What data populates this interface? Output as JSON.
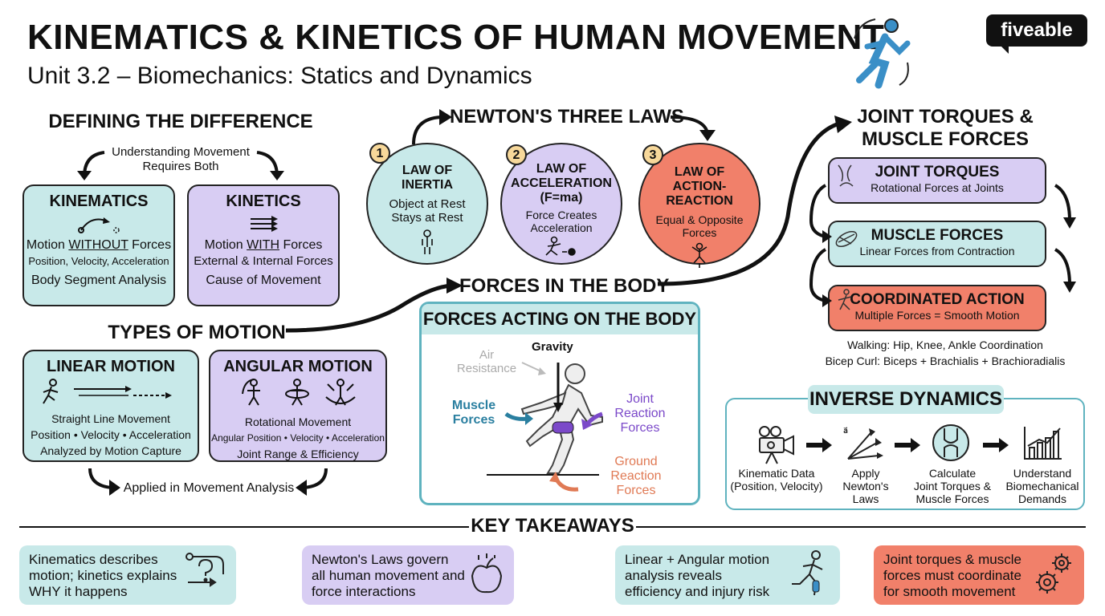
{
  "header": {
    "title": "KINEMATICS & KINETICS OF HUMAN MOVEMENT",
    "subtitle": "Unit 3.2 – Biomechanics: Statics and Dynamics",
    "logo": "fiveable"
  },
  "defining": {
    "heading": "DEFINING THE DIFFERENCE",
    "intro": [
      "Understanding Movement",
      "Requires Both"
    ],
    "kinematics": {
      "title": "KINEMATICS",
      "line1_pre": "Motion ",
      "line1_em": "WITHOUT",
      "line1_post": " Forces",
      "line2": "Position, Velocity, Acceleration",
      "line3": "Body Segment Analysis"
    },
    "kinetics": {
      "title": "KINETICS",
      "line1_pre": "Motion ",
      "line1_em": "WITH",
      "line1_post": " Forces",
      "line2": "External & Internal Forces",
      "line3": "Cause of Movement"
    }
  },
  "motion": {
    "heading": "TYPES OF MOTION",
    "linear": {
      "title": "LINEAR MOTION",
      "line1": "Straight Line Movement",
      "line2": "Position • Velocity • Acceleration",
      "line3": "Analyzed by Motion Capture"
    },
    "angular": {
      "title": "ANGULAR MOTION",
      "line1": "Rotational Movement",
      "line2": "Angular Position • Velocity • Acceleration",
      "line3": "Joint Range & Efficiency"
    },
    "applied": "Applied in Movement Analysis"
  },
  "newton": {
    "heading": "NEWTON'S THREE LAWS",
    "laws": [
      {
        "num": "1",
        "title1": "LAW OF",
        "title2": "INERTIA",
        "title3": "",
        "desc1": "Object at Rest",
        "desc2": "Stays at Rest"
      },
      {
        "num": "2",
        "title1": "LAW OF",
        "title2": "ACCELERATION",
        "title3": "(F=ma)",
        "desc1": "Force Creates",
        "desc2": "Acceleration"
      },
      {
        "num": "3",
        "title1": "LAW OF",
        "title2": "ACTION-REACTION",
        "title3": "",
        "desc1": "Equal & Opposite",
        "desc2": "Forces"
      }
    ]
  },
  "forces": {
    "heading": "FORCES IN THE BODY",
    "panel_title": "FORCES ACTING ON THE BODY",
    "gravity": "Gravity",
    "air": [
      "Air",
      "Resistance"
    ],
    "muscle": [
      "Muscle",
      "Forces"
    ],
    "joint": [
      "Joint",
      "Reaction",
      "Forces"
    ],
    "ground": [
      "Ground",
      "Reaction",
      "Forces"
    ]
  },
  "joint_torques": {
    "heading": [
      "JOINT TORQUES &",
      "MUSCLE FORCES"
    ],
    "items": [
      {
        "title": "JOINT TORQUES",
        "desc": "Rotational Forces at Joints"
      },
      {
        "title": "MUSCLE FORCES",
        "desc": "Linear Forces from Contraction"
      },
      {
        "title": "COORDINATED ACTION",
        "desc": "Multiple Forces = Smooth Motion"
      }
    ],
    "examples": [
      "Walking: Hip, Knee, Ankle Coordination",
      "Bicep Curl: Biceps + Brachialis + Brachioradialis"
    ]
  },
  "inverse": {
    "heading": "INVERSE DYNAMICS",
    "steps": [
      {
        "l1": "Kinematic Data",
        "l2": "(Position, Velocity)",
        "l3": ""
      },
      {
        "l1": "Apply",
        "l2": "Newton's",
        "l3": "Laws"
      },
      {
        "l1": "Calculate",
        "l2": "Joint Torques &",
        "l3": "Muscle Forces"
      },
      {
        "l1": "Understand",
        "l2": "Biomechanical",
        "l3": "Demands"
      }
    ]
  },
  "takeaways": {
    "heading": "KEY TAKEAWAYS",
    "items": [
      {
        "l1": "Kinematics describes",
        "l2": "motion; kinetics explains",
        "l3": "WHY it happens"
      },
      {
        "l1": "Newton's Laws govern",
        "l2": "all human movement and",
        "l3": "force interactions"
      },
      {
        "l1": "Linear + Angular motion",
        "l2": "analysis reveals",
        "l3": "efficiency and injury risk"
      },
      {
        "l1": "Joint torques & muscle",
        "l2": "forces must coordinate",
        "l3": "for smooth movement"
      }
    ]
  },
  "colors": {
    "teal": "#c8e9e9",
    "purple": "#d8cdf3",
    "coral": "#f1806a",
    "panel_border": "#5fb3bf"
  }
}
